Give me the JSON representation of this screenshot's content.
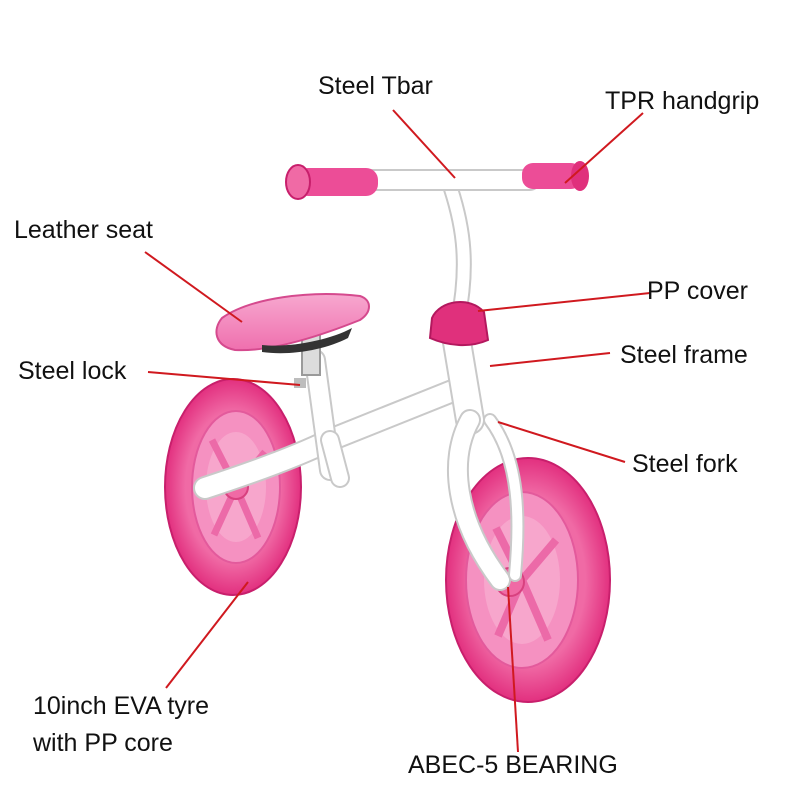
{
  "colors": {
    "leader": "#d0191f",
    "tyre": "#ee3a8c",
    "tyre_dark": "#c81f6c",
    "rim": "#f78fbf",
    "frame": "#ffffff",
    "frame_stroke": "#c9c9c9",
    "seat": "#f48dbf",
    "grip": "#ec4d97",
    "cover": "#e0307c"
  },
  "labels": {
    "steel_tbar": "Steel Tbar",
    "tpr_handgrip": "TPR handgrip",
    "leather_seat": "Leather seat",
    "pp_cover": "PP cover",
    "steel_frame": "Steel frame",
    "steel_lock": "Steel lock",
    "steel_fork": "Steel fork",
    "tyre_line1": "10inch EVA tyre",
    "tyre_line2": "with PP core",
    "bearing": "ABEC-5 BEARING"
  }
}
